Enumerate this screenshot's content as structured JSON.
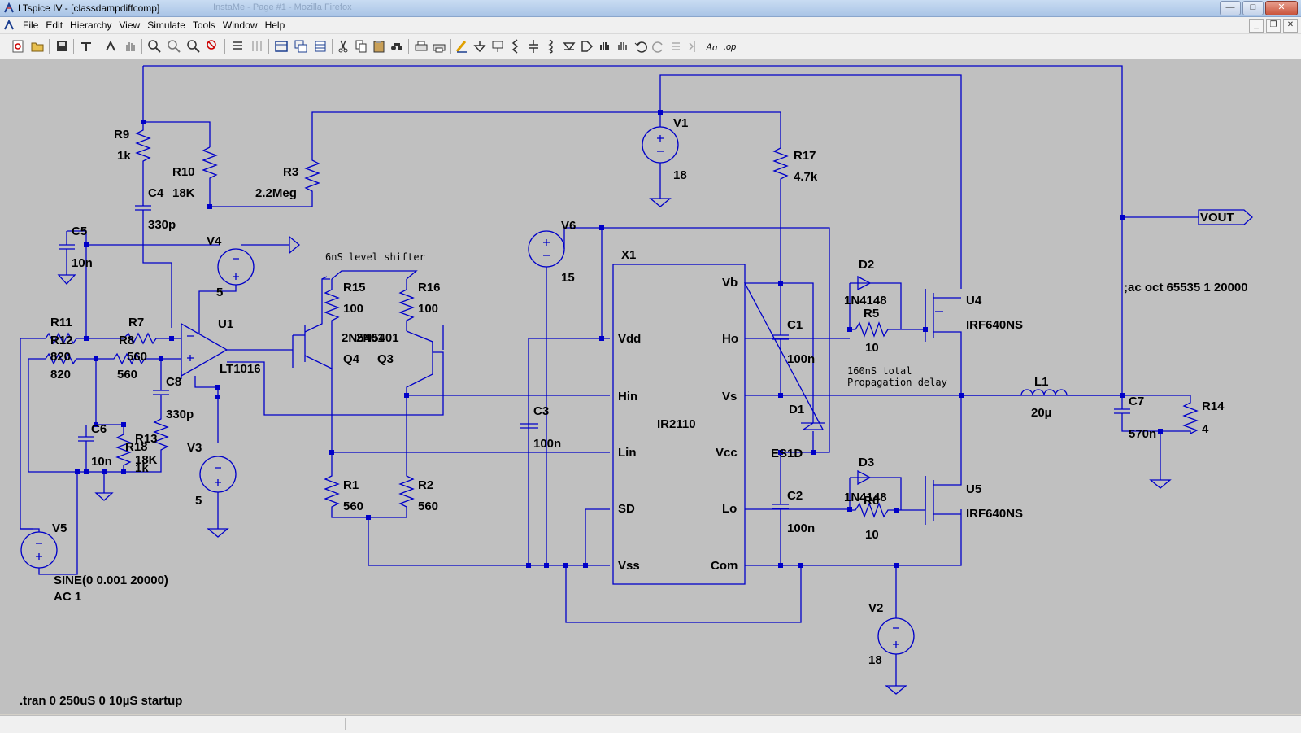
{
  "window": {
    "title": "LTspice IV - [classdampdiffcomp]",
    "ghost_title": "InstaMe - Page #1 - Mozilla Firefox",
    "controls": [
      "minimize",
      "maximize",
      "close"
    ]
  },
  "menu": {
    "items": [
      "File",
      "Edit",
      "Hierarchy",
      "View",
      "Simulate",
      "Tools",
      "Window",
      "Help"
    ]
  },
  "toolbar": {
    "icons": [
      "new-schematic-icon",
      "open-icon",
      "save-icon",
      "control-panel-icon",
      "run-icon",
      "pan-hand-icon",
      "zoom-in-icon",
      "zoom-fit-icon",
      "zoom-out-icon",
      "zoom-cancel-icon",
      "tile-horizontal-icon",
      "tile-vertical-icon",
      "cascade-icon",
      "window-icon",
      "window-stack-icon",
      "cut-icon",
      "copy-icon",
      "paste-icon",
      "find-icon",
      "print-setup-icon",
      "print-icon",
      "wire-icon",
      "ground-icon",
      "label-net-icon",
      "resistor-icon",
      "capacitor-icon",
      "inductor-icon",
      "diode-icon",
      "component-icon",
      "move-icon",
      "drag-icon",
      "undo-icon",
      "redo-icon",
      "rotate-icon",
      "mirror-icon",
      "text-icon",
      "spice-directive-icon"
    ]
  },
  "schematic": {
    "components": {
      "R9": {
        "name": "R9",
        "value": "1k"
      },
      "R10": {
        "name": "R10",
        "value": "18K"
      },
      "R3": {
        "name": "R3",
        "value": "2.2Meg"
      },
      "C4": {
        "name": "C4",
        "value": "330p"
      },
      "C5": {
        "name": "C5",
        "value": "10n"
      },
      "V4": {
        "name": "V4",
        "value": "5"
      },
      "R11": {
        "name": "R11",
        "value": "820"
      },
      "R12": {
        "name": "R12",
        "value": "820"
      },
      "R7": {
        "name": "R7",
        "value": "560"
      },
      "R8": {
        "name": "R8",
        "value": "560"
      },
      "U1": {
        "name": "U1",
        "value": "LT1016"
      },
      "C8": {
        "name": "C8",
        "value": "330p"
      },
      "C6": {
        "name": "C6",
        "value": "10n"
      },
      "R13": {
        "name": "R13",
        "value": "18K"
      },
      "R18": {
        "name": "R18",
        "value": "1k"
      },
      "V3": {
        "name": "V3",
        "value": "5"
      },
      "V5": {
        "name": "V5",
        "value": "SINE(0 0.001 20000)",
        "value2": "AC 1"
      },
      "R15": {
        "name": "R15",
        "value": "100"
      },
      "R16": {
        "name": "R16",
        "value": "100"
      },
      "Q4": {
        "name": "Q4",
        "model": "2N5401"
      },
      "Q3": {
        "name": "Q3",
        "model": "2N5401"
      },
      "R1": {
        "name": "R1",
        "value": "560"
      },
      "R2": {
        "name": "R2",
        "value": "560"
      },
      "V6": {
        "name": "V6",
        "value": "15"
      },
      "C3": {
        "name": "C3",
        "value": "100n"
      },
      "X1": {
        "name": "X1",
        "value": "IR2110"
      },
      "V1": {
        "name": "V1",
        "value": "18"
      },
      "R17": {
        "name": "R17",
        "value": "4.7k"
      },
      "C1": {
        "name": "C1",
        "value": "100n"
      },
      "D1": {
        "name": "D1",
        "value": "ES1D"
      },
      "C2": {
        "name": "C2",
        "value": "100n"
      },
      "D2": {
        "name": "D2",
        "value": "1N4148"
      },
      "R5": {
        "name": "R5",
        "value": "10"
      },
      "D3": {
        "name": "D3",
        "value": "1N4148"
      },
      "R6": {
        "name": "R6",
        "value": "10"
      },
      "U4": {
        "name": "U4",
        "value": "IRF640NS"
      },
      "U5": {
        "name": "U5",
        "value": "IRF640NS"
      },
      "V2": {
        "name": "V2",
        "value": "18"
      },
      "L1": {
        "name": "L1",
        "value": "20µ"
      },
      "C7": {
        "name": "C7",
        "value": "570n"
      },
      "R14": {
        "name": "R14",
        "value": "4"
      }
    },
    "ic_pins": {
      "left": [
        "Vdd",
        "Hin",
        "Lin",
        "SD",
        "Vss"
      ],
      "right": [
        "Vb",
        "Ho",
        "Vs",
        "Vcc",
        "Lo",
        "Com"
      ]
    },
    "net_label": "VOUT",
    "comments": {
      "level_shifter": "6nS level shifter",
      "propagation_1": "160nS total",
      "propagation_2": "Propagation delay"
    },
    "directives": {
      "ac": ";ac oct 65535 1 20000",
      "tran": ".tran 0 250uS 0 10µS startup"
    },
    "colors": {
      "wire": "#0000c8",
      "canvas": "#c0c0c0",
      "text": "#000000"
    }
  }
}
